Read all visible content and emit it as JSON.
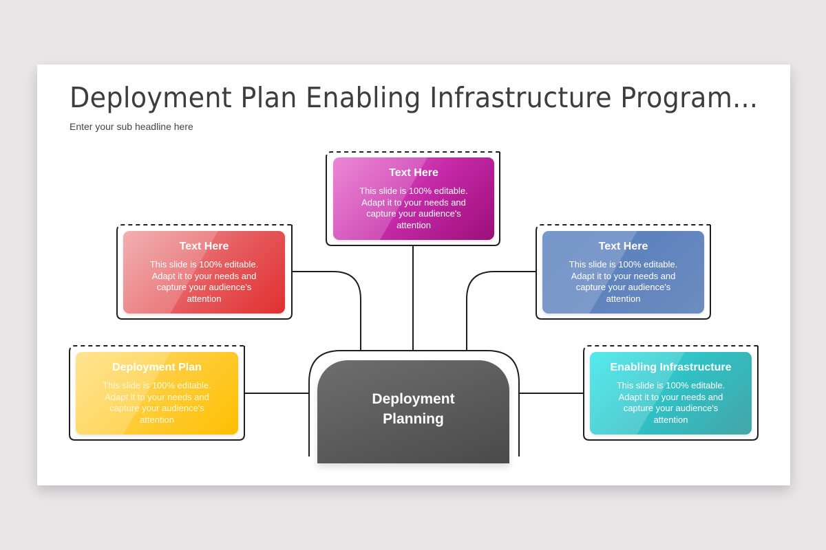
{
  "slide": {
    "title": "Deployment Plan Enabling Infrastructure Program...",
    "subtitle": "Enter your sub headline here"
  },
  "center": {
    "label_line1": "Deployment",
    "label_line2": "Planning",
    "color_top": "#6e6e6e",
    "color_bottom": "#4a4a4a"
  },
  "nodes": [
    {
      "position": "top",
      "title": "Text Here",
      "body": "This slide is 100% editable. Adapt it to your needs and capture your audience's attention",
      "color_from": "#e86ccd",
      "color_to": "#a3127f"
    },
    {
      "position": "upper-left",
      "title": "Text Here",
      "body": "This slide is 100% editable. Adapt it to your needs and capture your audience's attention",
      "color_from": "#ee9ea0",
      "color_to": "#e03030"
    },
    {
      "position": "upper-right",
      "title": "Text Here",
      "body": "This slide is 100% editable. Adapt it to your needs and capture your audience's attention",
      "color_from": "#5a80bf",
      "color_to": "#7a96c3"
    },
    {
      "position": "lower-left",
      "title": "Deployment Plan",
      "body": "This slide is 100% editable. Adapt it to your needs and capture your audience's attention",
      "color_from": "#ffd96a",
      "color_to": "#ffbe00"
    },
    {
      "position": "lower-right",
      "title": "Enabling Infrastructure",
      "body": "This slide is 100% editable. Adapt it to your needs and capture your audience's attention",
      "color_from": "#2ee0e6",
      "color_to": "#44a6a8"
    }
  ]
}
